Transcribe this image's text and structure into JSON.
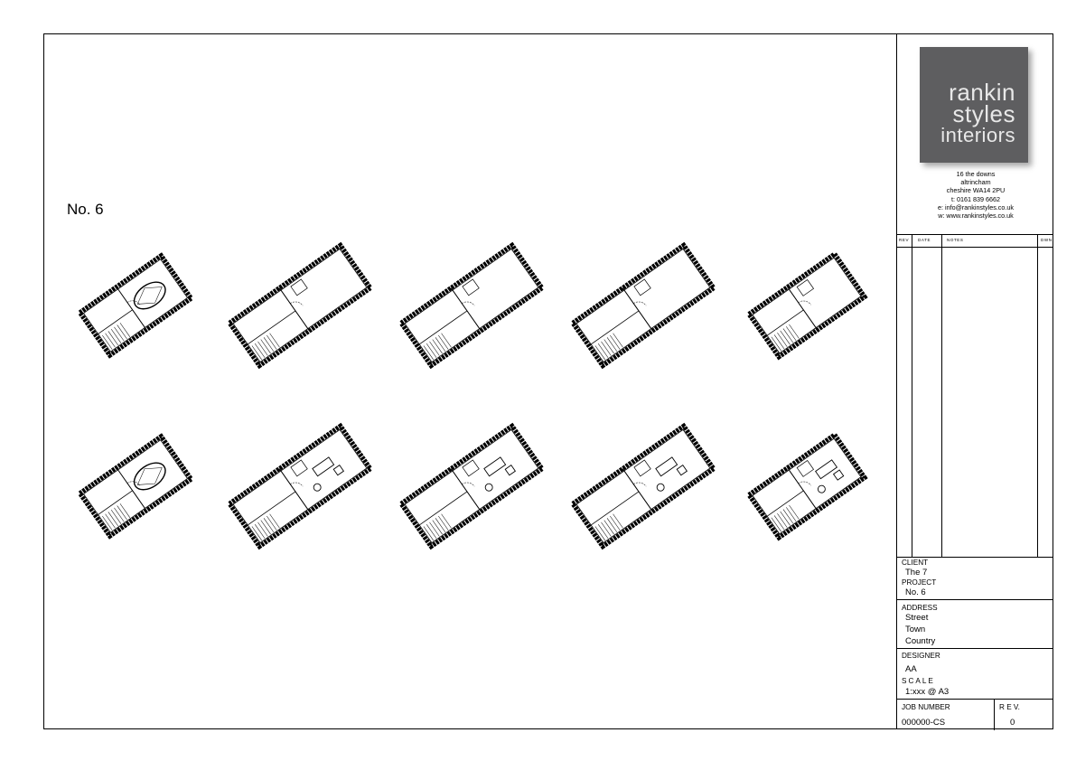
{
  "sheet": {
    "title": "No. 6"
  },
  "logo": {
    "line1": "rankin",
    "line2": "styles",
    "line3": "interiors"
  },
  "company_address": [
    "16 the downs",
    "altrincham",
    "cheshire WA14 2PU",
    "t: 0161 839 6662",
    "e: info@rankinstyles.co.uk",
    "w: www.rankinstyles.co.uk"
  ],
  "revision_table": {
    "headers": {
      "rev": "REV",
      "date": "DATE",
      "notes": "NOTES",
      "dwn": "DWN"
    }
  },
  "client": {
    "label": "CLIENT",
    "value": "The 7"
  },
  "project": {
    "label": "PROJECT",
    "value": "No. 6"
  },
  "address": {
    "label": "ADDRESS",
    "lines": [
      "Street",
      "Town",
      "Country"
    ]
  },
  "designer": {
    "label": "DESIGNER",
    "value": "AA"
  },
  "scale": {
    "label": "SCALE",
    "value": "1:xxx @ A3"
  },
  "job_number": {
    "label": "JOB NUMBER",
    "value": "000000-CS"
  },
  "revision": {
    "label": "R E V.",
    "value": "0"
  },
  "floor_plans": {
    "rows": [
      {
        "furnished": false,
        "count": 5
      },
      {
        "furnished": true,
        "count": 5
      }
    ]
  }
}
